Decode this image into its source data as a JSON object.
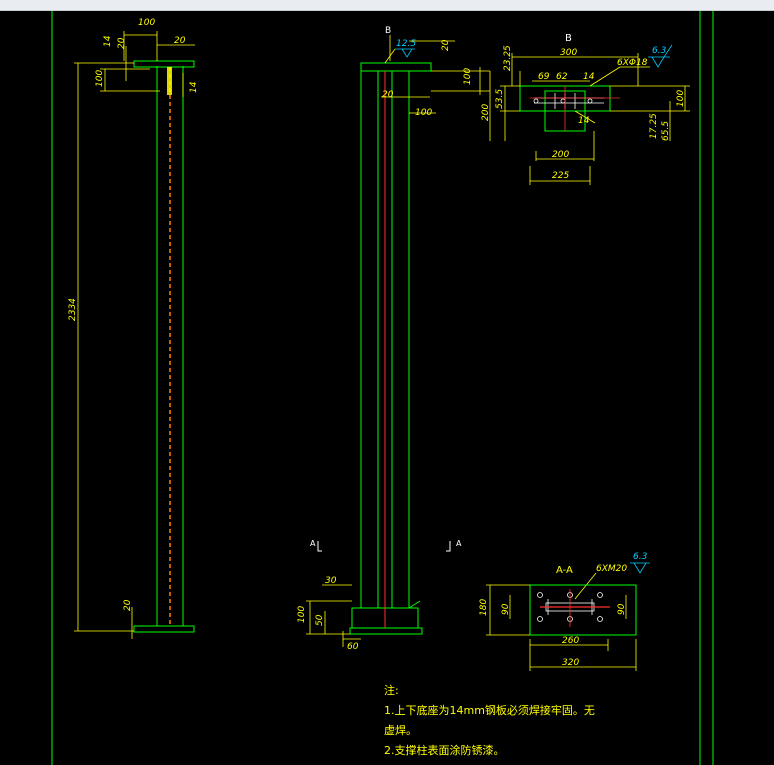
{
  "drawing": {
    "left_view": {
      "dims": {
        "w100": "100",
        "w20": "20",
        "d14a": "14",
        "d20a": "20",
        "h100": "100",
        "d14b": "14",
        "height": "2334",
        "base20": "20"
      }
    },
    "middle_view": {
      "marker_b": "B",
      "weld_label": "12.5",
      "dims": {
        "d20top": "20",
        "d100": "100",
        "d20": "20",
        "d100b": "100"
      },
      "section_a_left": "A",
      "section_a_right": "A",
      "base_dims": {
        "d30": "30",
        "d100": "100",
        "d50": "50",
        "d60": "60"
      }
    },
    "detail_b": {
      "title": "B",
      "dims": {
        "d300": "300",
        "d2325": "23.25",
        "d69": "69",
        "d62": "62",
        "d14": "14",
        "d535": "53.5",
        "d200v": "200",
        "d14b": "14",
        "d200": "200",
        "d225": "225",
        "d100": "100",
        "d1725": "17.25",
        "d655": "65.5"
      },
      "bolt_label": "6XΦ18",
      "weld_label": "6.3"
    },
    "section_aa": {
      "title": "A-A",
      "bolt_label": "6XM20",
      "weld_label": "6.3",
      "dims": {
        "d180": "180",
        "d90l": "90",
        "d90r": "90",
        "d260": "260",
        "d320": "320"
      }
    },
    "notes": {
      "heading": "注:",
      "line1a": "1.上下底座为14mm钢板必须焊接牢固。无",
      "line1b": "虚焊。",
      "line2": "2.支撑柱表面涂防锈漆。"
    }
  },
  "colors": {
    "background": "#000000",
    "frame": "#00ff00",
    "dimension": "#ffff00",
    "centerline": "#ff3030",
    "detail": "#ffffff",
    "weld": "#00ccff"
  }
}
